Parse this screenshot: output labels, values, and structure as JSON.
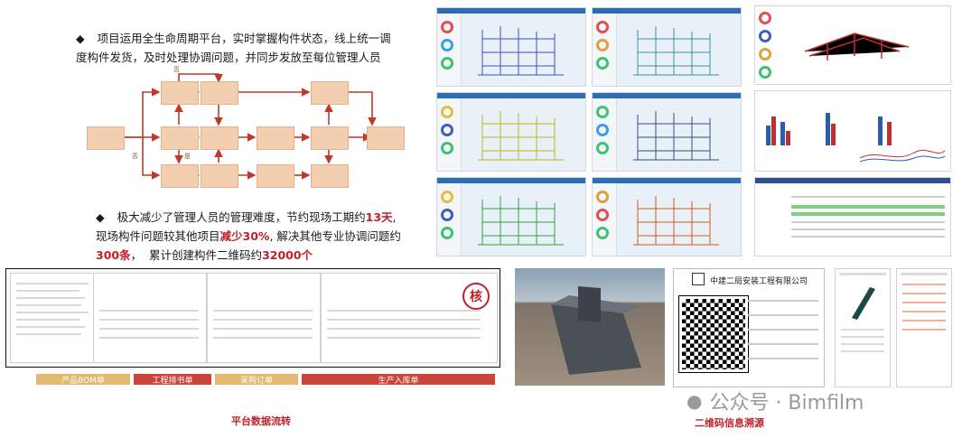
{
  "section_top": {
    "bullet": "◆",
    "text": "项目运用全生命周期平台，实时掌握构件状态，线上统一调度构件发货，及时处理协调问题，并同步发放至每位管理人员",
    "line1": "项目运用全生命周期平台，实时掌握构件状态，线上统一调",
    "line2": "度构件发货，及时处理协调问题，并同步发放至每位管理人员"
  },
  "flowchart": {
    "labels_yes_no": [
      "否",
      "否",
      "是"
    ],
    "colors": {
      "box": "#f3cfb2",
      "arrow": "#c0392b"
    }
  },
  "section_bottom": {
    "bullet": "◆",
    "t1": "极大减少了管理人员的管理难度，节约现场工期约",
    "h1": "13天",
    "t2": "现场构件问题较其他项目",
    "h2": "减少30%",
    "t3": "解决其他专业协调问题约",
    "h3": "300条",
    "t4": "累计创建构件二维码约",
    "h4": "32000个"
  },
  "workflow_steps": [
    "产品BOM单",
    "工程排书单",
    "采购订单",
    "生产入库单"
  ],
  "seal_char": "核",
  "qr_panel": {
    "company": "中建二局安装工程有限公司"
  },
  "captions": {
    "platform": "平台数据流转",
    "qrcode": "二维码信息溯源"
  },
  "watermark": {
    "icon": "wechat-icon",
    "text": "公众号 · Bimfilm"
  },
  "colors": {
    "accent_red": "#c0202a",
    "step_gold": "#e3b870",
    "step_red": "#c9453a"
  }
}
